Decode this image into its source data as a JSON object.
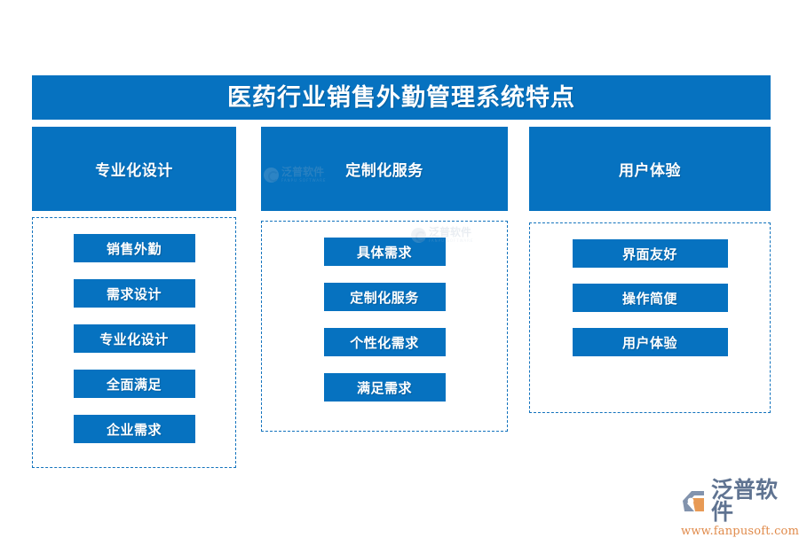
{
  "page": {
    "title": "医药行业销售外勤管理系统特点",
    "background_color": "#ffffff",
    "accent_color": "#0672c0",
    "dashed_border_color": "#1373bd"
  },
  "columns": [
    {
      "header": "专业化设计",
      "items": [
        "销售外勤",
        "需求设计",
        "专业化设计",
        "全面满足",
        "企业需求"
      ]
    },
    {
      "header": "定制化服务",
      "items": [
        "具体需求",
        "定制化服务",
        "个性化需求",
        "满足需求"
      ]
    },
    {
      "header": "用户体验",
      "items": [
        "界面友好",
        "操作简便",
        "用户体验"
      ]
    }
  ],
  "watermarks": [
    {
      "text": "泛普软件",
      "sub": "FANPU SOFTWARE"
    },
    {
      "text": "泛普软件",
      "sub": "FANPU SOFTWARE"
    }
  ],
  "logo": {
    "name": "泛普软件",
    "url": "www.fanpusoft.com",
    "name_color": "#5f7391",
    "url_color": "#e08a4a"
  }
}
